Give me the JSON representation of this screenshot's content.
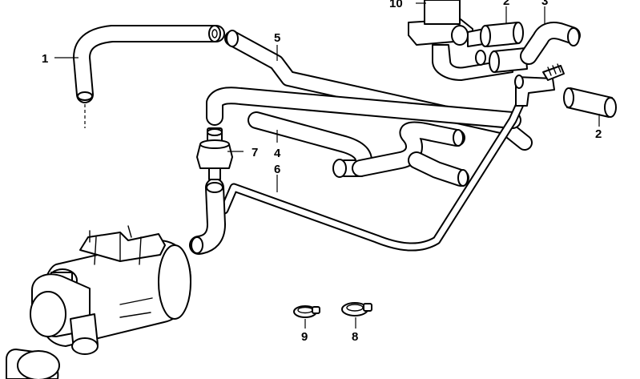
{
  "callouts": {
    "c1": "1",
    "c2a": "2",
    "c2b": "2",
    "c3": "3",
    "c4": "4",
    "c5": "5",
    "c6": "6",
    "c7": "7",
    "c8": "8",
    "c9": "9",
    "c10": "10"
  },
  "colors": {
    "line": "#000000",
    "background": "#ffffff"
  }
}
